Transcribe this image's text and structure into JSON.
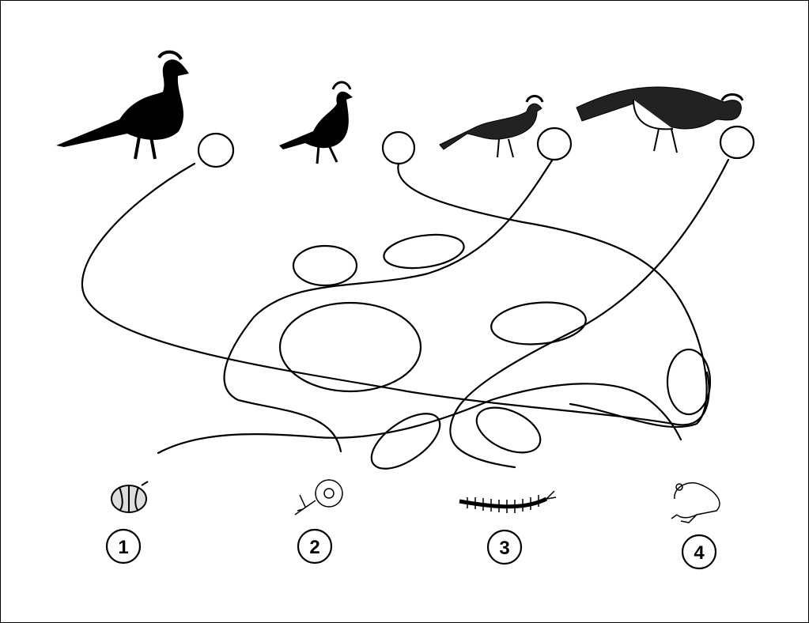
{
  "answers": [
    {
      "label": "1",
      "item_icon": "fruit-icon"
    },
    {
      "label": "2",
      "item_icon": "flower-icon"
    },
    {
      "label": "3",
      "item_icon": "centipede-icon"
    },
    {
      "label": "4",
      "item_icon": "frog-icon"
    }
  ],
  "colors": {
    "ink": "#000000",
    "paper": "#ffffff"
  }
}
